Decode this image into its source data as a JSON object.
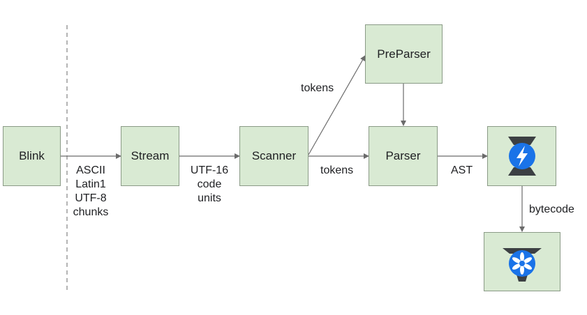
{
  "nodes": {
    "blink": "Blink",
    "stream": "Stream",
    "scanner": "Scanner",
    "preparser": "PreParser",
    "parser": "Parser"
  },
  "icons": {
    "ignition": "ignition-interpreter-icon",
    "turbofan": "turbofan-compiler-icon"
  },
  "edges": {
    "blink_to_stream": [
      "ASCII",
      "Latin1",
      "UTF-8",
      "chunks"
    ],
    "stream_to_scanner": [
      "UTF-16",
      "code",
      "units"
    ],
    "scanner_to_preparser": "tokens",
    "scanner_to_parser": "tokens",
    "parser_to_ignition": "AST",
    "ignition_to_turbofan": "bytecode"
  },
  "colors": {
    "node_fill": "#d9ead3",
    "node_border": "#8a9a86",
    "arrow": "#6b6b6b",
    "icon_blue": "#1a73e8",
    "icon_dark": "#3c4043"
  }
}
